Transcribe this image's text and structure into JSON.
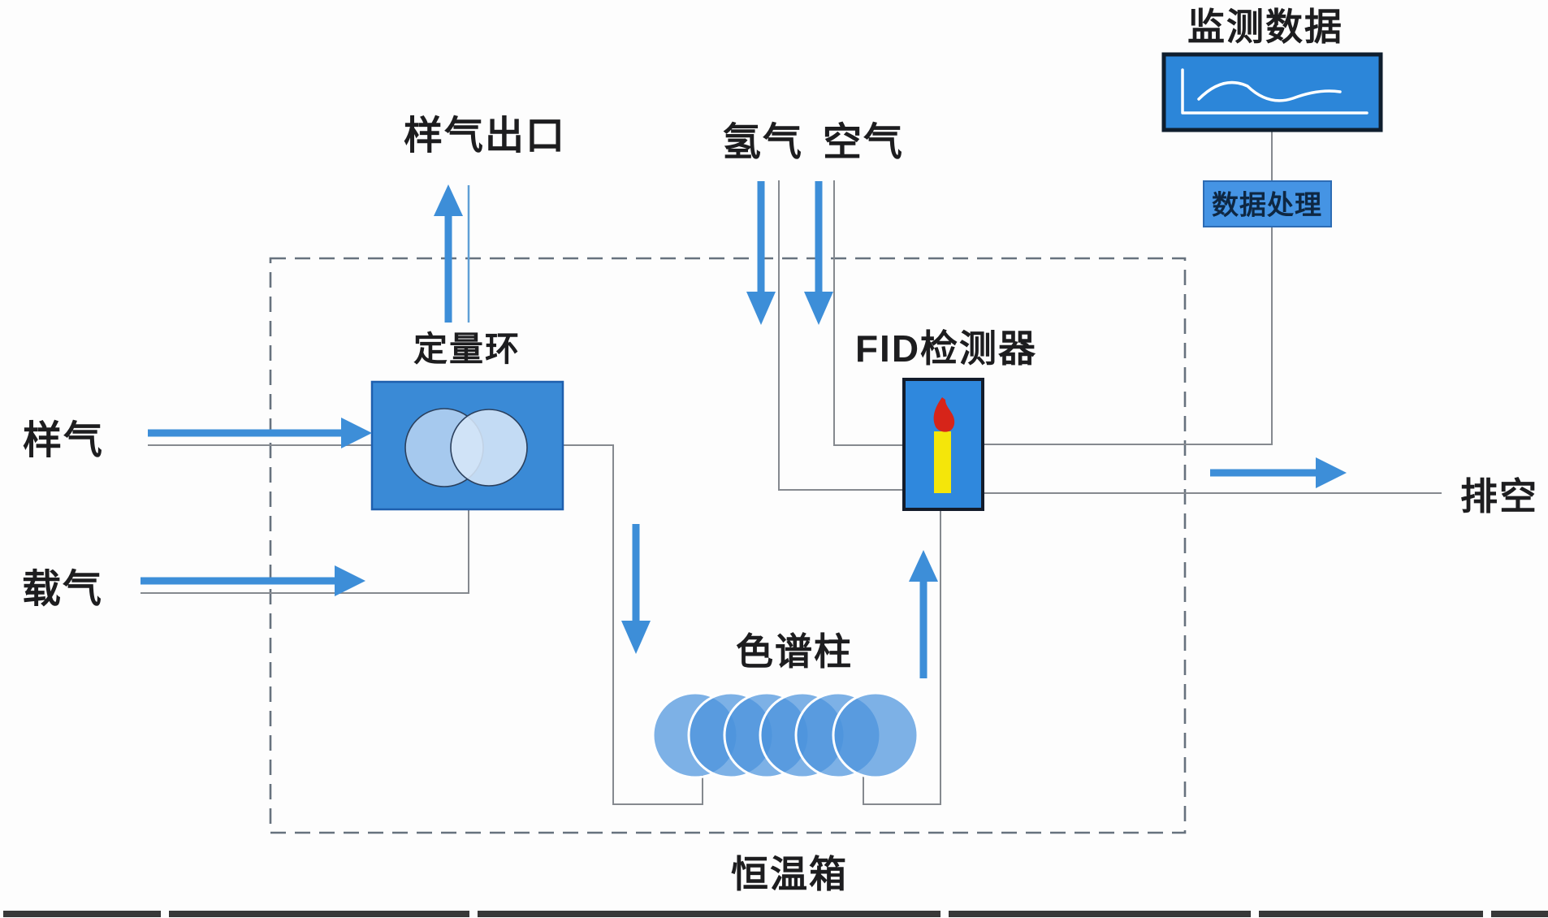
{
  "labels": {
    "monitor_data": "监测数据",
    "data_processing": "数据处理",
    "sample_outlet": "样气出口",
    "hydrogen": "氢气",
    "air": "空气",
    "fid_detector": "FID检测器",
    "sample_loop": "定量环",
    "sample_gas": "样气",
    "carrier_gas": "载气",
    "column": "色谱柱",
    "oven": "恒温箱",
    "exhaust": "排空"
  },
  "icons": {
    "monitor_chart": "waveform-chart-icon",
    "fid_flame": "candle-flame-icon",
    "sample_loop_venn": "overlapping-circles-icon",
    "column_coil": "coil-circles-icon",
    "flow_arrows": "blue-flow-arrow-icon"
  },
  "colors": {
    "arrow_blue": "#3d8ed8",
    "pipe_gray": "#85898f",
    "outlet_line_blue": "#5f9fd6",
    "dashed_border": "#67727e",
    "loop_box_fill": "#3a8ad6",
    "loop_box_border": "#1e5fae",
    "venn_left": "#a6c9ee",
    "venn_right": "#d6e6f8",
    "venn_stroke": "#2b405d",
    "fid_fill": "#2f88dd",
    "fid_border": "#131c2b",
    "candle_yellow": "#f4e60a",
    "flame_red": "#d62419",
    "monitor_fill": "#2c86d9",
    "monitor_border": "#0f1e2e",
    "dataproc_fill": "#4594e4",
    "dataproc_border": "#2d6cb4",
    "dataproc_text": "#0e2742",
    "coil_fill": "#4b93dc",
    "text_dark": "#1d1d1f",
    "bottom_band": "#383838"
  }
}
